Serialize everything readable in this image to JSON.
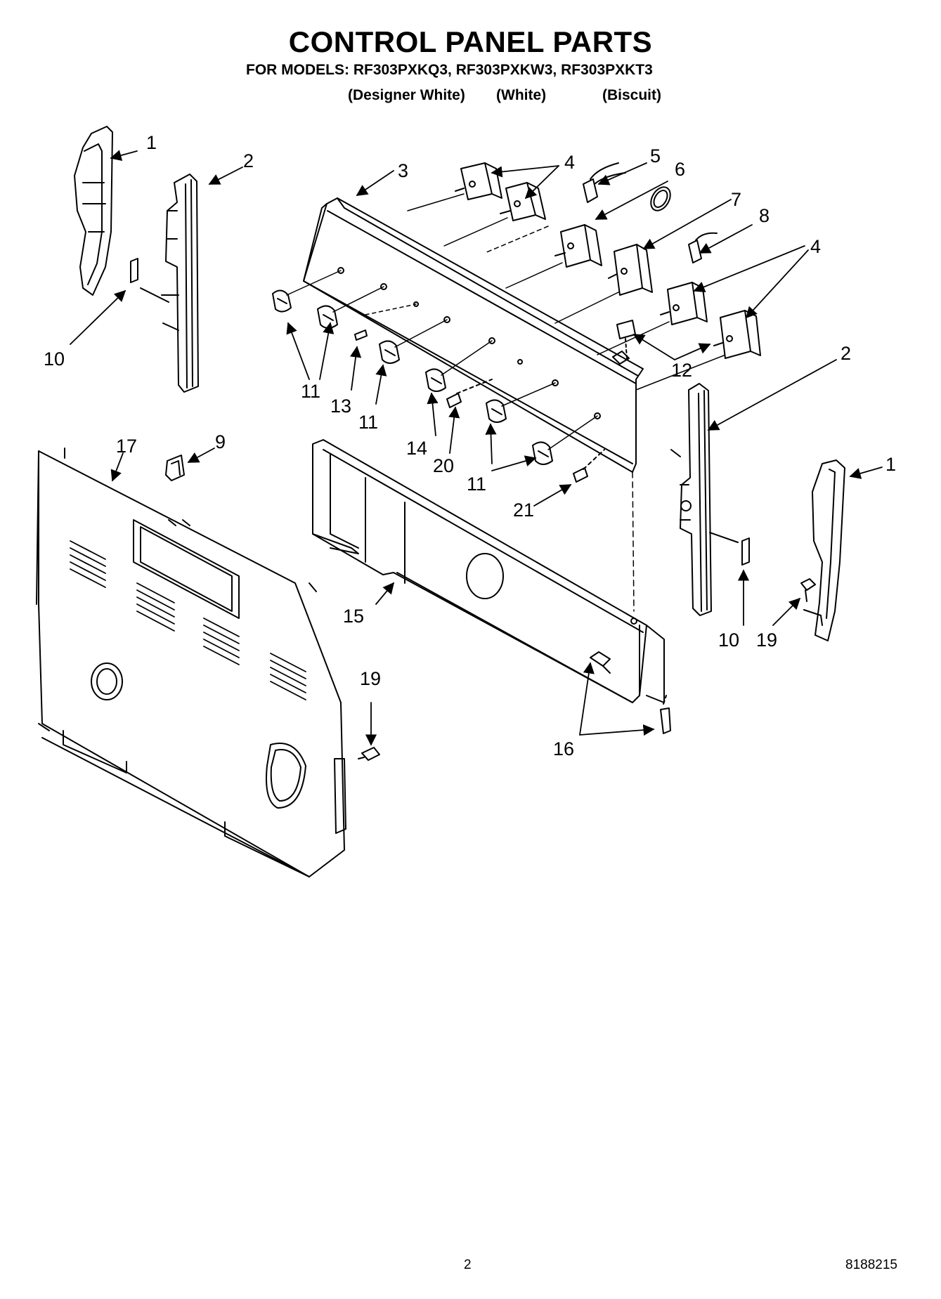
{
  "header": {
    "title": "CONTROL PANEL PARTS",
    "models_line": "FOR MODELS: RF303PXKQ3, RF303PXKW3, RF303PXKT3",
    "finishes": [
      "(Designer White)",
      "(White)",
      "(Biscuit)"
    ]
  },
  "callouts": [
    "1",
    "2",
    "3",
    "4",
    "5",
    "6",
    "7",
    "8",
    "4",
    "2",
    "10",
    "11",
    "13",
    "11",
    "14",
    "20",
    "11",
    "21",
    "12",
    "17",
    "9",
    "15",
    "16",
    "19",
    "10",
    "19",
    "1"
  ],
  "footer": {
    "page_number": "2",
    "doc_number": "8188215"
  }
}
